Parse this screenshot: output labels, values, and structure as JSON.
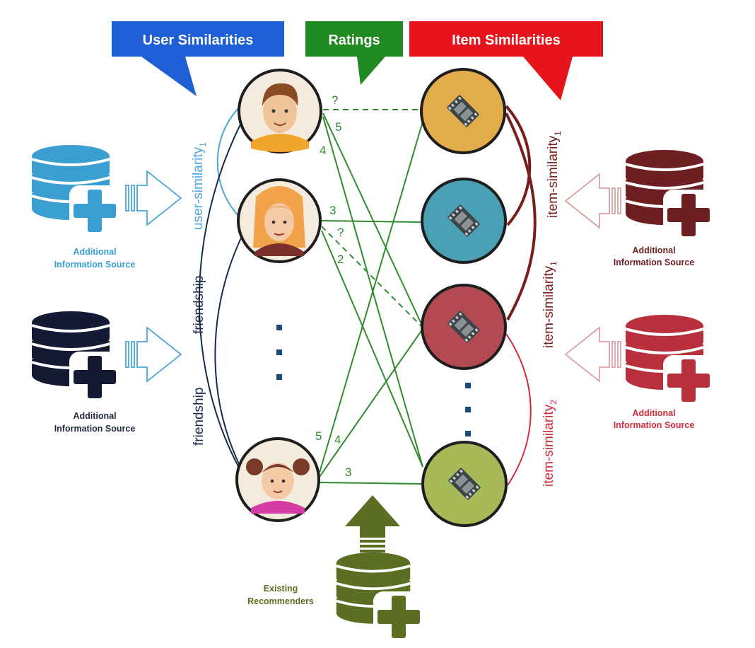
{
  "banners": {
    "user_similarities": "User Similarities",
    "ratings": "Ratings",
    "item_similarities": "Item Similarities"
  },
  "labels": {
    "user_similarity": "user-similarity",
    "user_similarity_sub": "1",
    "friendship": "friendship",
    "item_similarity": "item-similarity",
    "item_similarity_sub_1": "1",
    "item_similarity_sub_2": "2"
  },
  "ratings": {
    "q_top": "?",
    "r5_top": "5",
    "r4_left": "4",
    "r3_mid": "3",
    "q_mid": "?",
    "r2_mid": "2",
    "r5_bottom": "5",
    "r4_bottom": "4",
    "r3_bottom": "3"
  },
  "sources": {
    "additional_line1": "Additional",
    "additional_line2": "Information Source",
    "existing_line1": "Existing",
    "existing_line2": "Recommenders"
  },
  "colors": {
    "user_blue": "#1f5fd6",
    "ratings_green": "#1f8a1f",
    "item_red": "#e8141c",
    "rating_line": "#2e8b2e",
    "light_blue": "#4da7d8",
    "navy": "#1a2b4a",
    "dark_red": "#7a1c1c",
    "red": "#d0293a",
    "olive": "#5b6e21",
    "item_gold": "#e3ac4a",
    "item_teal": "#4aa0b5",
    "item_crimson": "#b34a52",
    "item_olive": "#a8ba58"
  },
  "icons": [
    "database-plus-icon",
    "arrow-right-icon",
    "arrow-left-icon",
    "arrow-up-icon",
    "film-icon",
    "user-avatar-icon"
  ]
}
